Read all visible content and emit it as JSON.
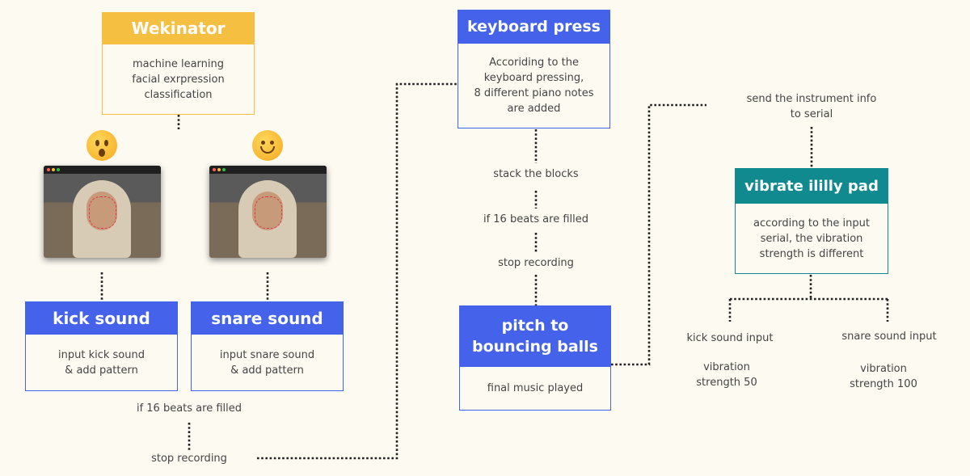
{
  "nodes": {
    "wekinator": {
      "title": "Wekinator",
      "body": "machine learning\nfacial exrpression\nclassification"
    },
    "kick_sound": {
      "title": "kick sound",
      "body": "input kick sound\n& add pattern"
    },
    "snare_sound": {
      "title": "snare sound",
      "body": "input snare sound\n& add pattern"
    },
    "keyboard_press": {
      "title": "keyboard press",
      "body": "Accoriding to the\nkeyboard pressing,\n8 different piano notes\nare added"
    },
    "pitch_balls": {
      "title": "pitch to\nbouncing balls",
      "body": "final music played"
    },
    "vibrate_pad": {
      "title": "vibrate ililly pad",
      "body": "according to the input\nserial, the vibration\nstrength is different"
    }
  },
  "labels": {
    "if_filled_left": "if 16 beats are filled",
    "stop_left": "stop recording",
    "stack_blocks": "stack the blocks",
    "if_filled_mid": "if 16 beats are filled",
    "stop_mid": "stop recording",
    "send_serial": "send the instrument info\nto serial",
    "kick_input": "kick sound input",
    "snare_input": "snare sound input",
    "vib_50": "vibration\nstrength 50",
    "vib_100": "vibration\nstrength 100"
  },
  "icons": {
    "surprised": "surprised-face-emoji",
    "smiling": "smiling-face-emoji"
  },
  "colors": {
    "blue": "#4462ea",
    "yellow": "#f5bf42",
    "teal": "#118a8f",
    "background": "#fdfaf2"
  }
}
